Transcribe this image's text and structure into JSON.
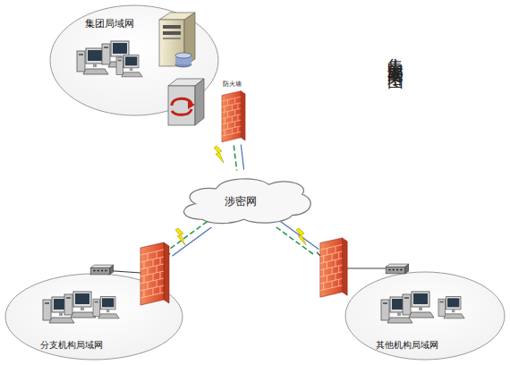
{
  "diagram": {
    "title": "集中部署网络图",
    "nodes": [
      {
        "text": [
          "集团局域网"
        ]
      },
      {
        "text": [
          "防火墙"
        ]
      },
      {
        "text": [
          "涉密网"
        ]
      },
      {
        "text": [
          "分支机构局域网"
        ]
      },
      {
        "text": [
          "其他机构局域网"
        ]
      }
    ],
    "edges": [
      {
        "from": 1,
        "to": 2,
        "arrow": "none"
      },
      {
        "from": 2,
        "to": 3,
        "arrow": "none"
      },
      {
        "from": 2,
        "to": 4,
        "arrow": "none"
      }
    ]
  }
}
